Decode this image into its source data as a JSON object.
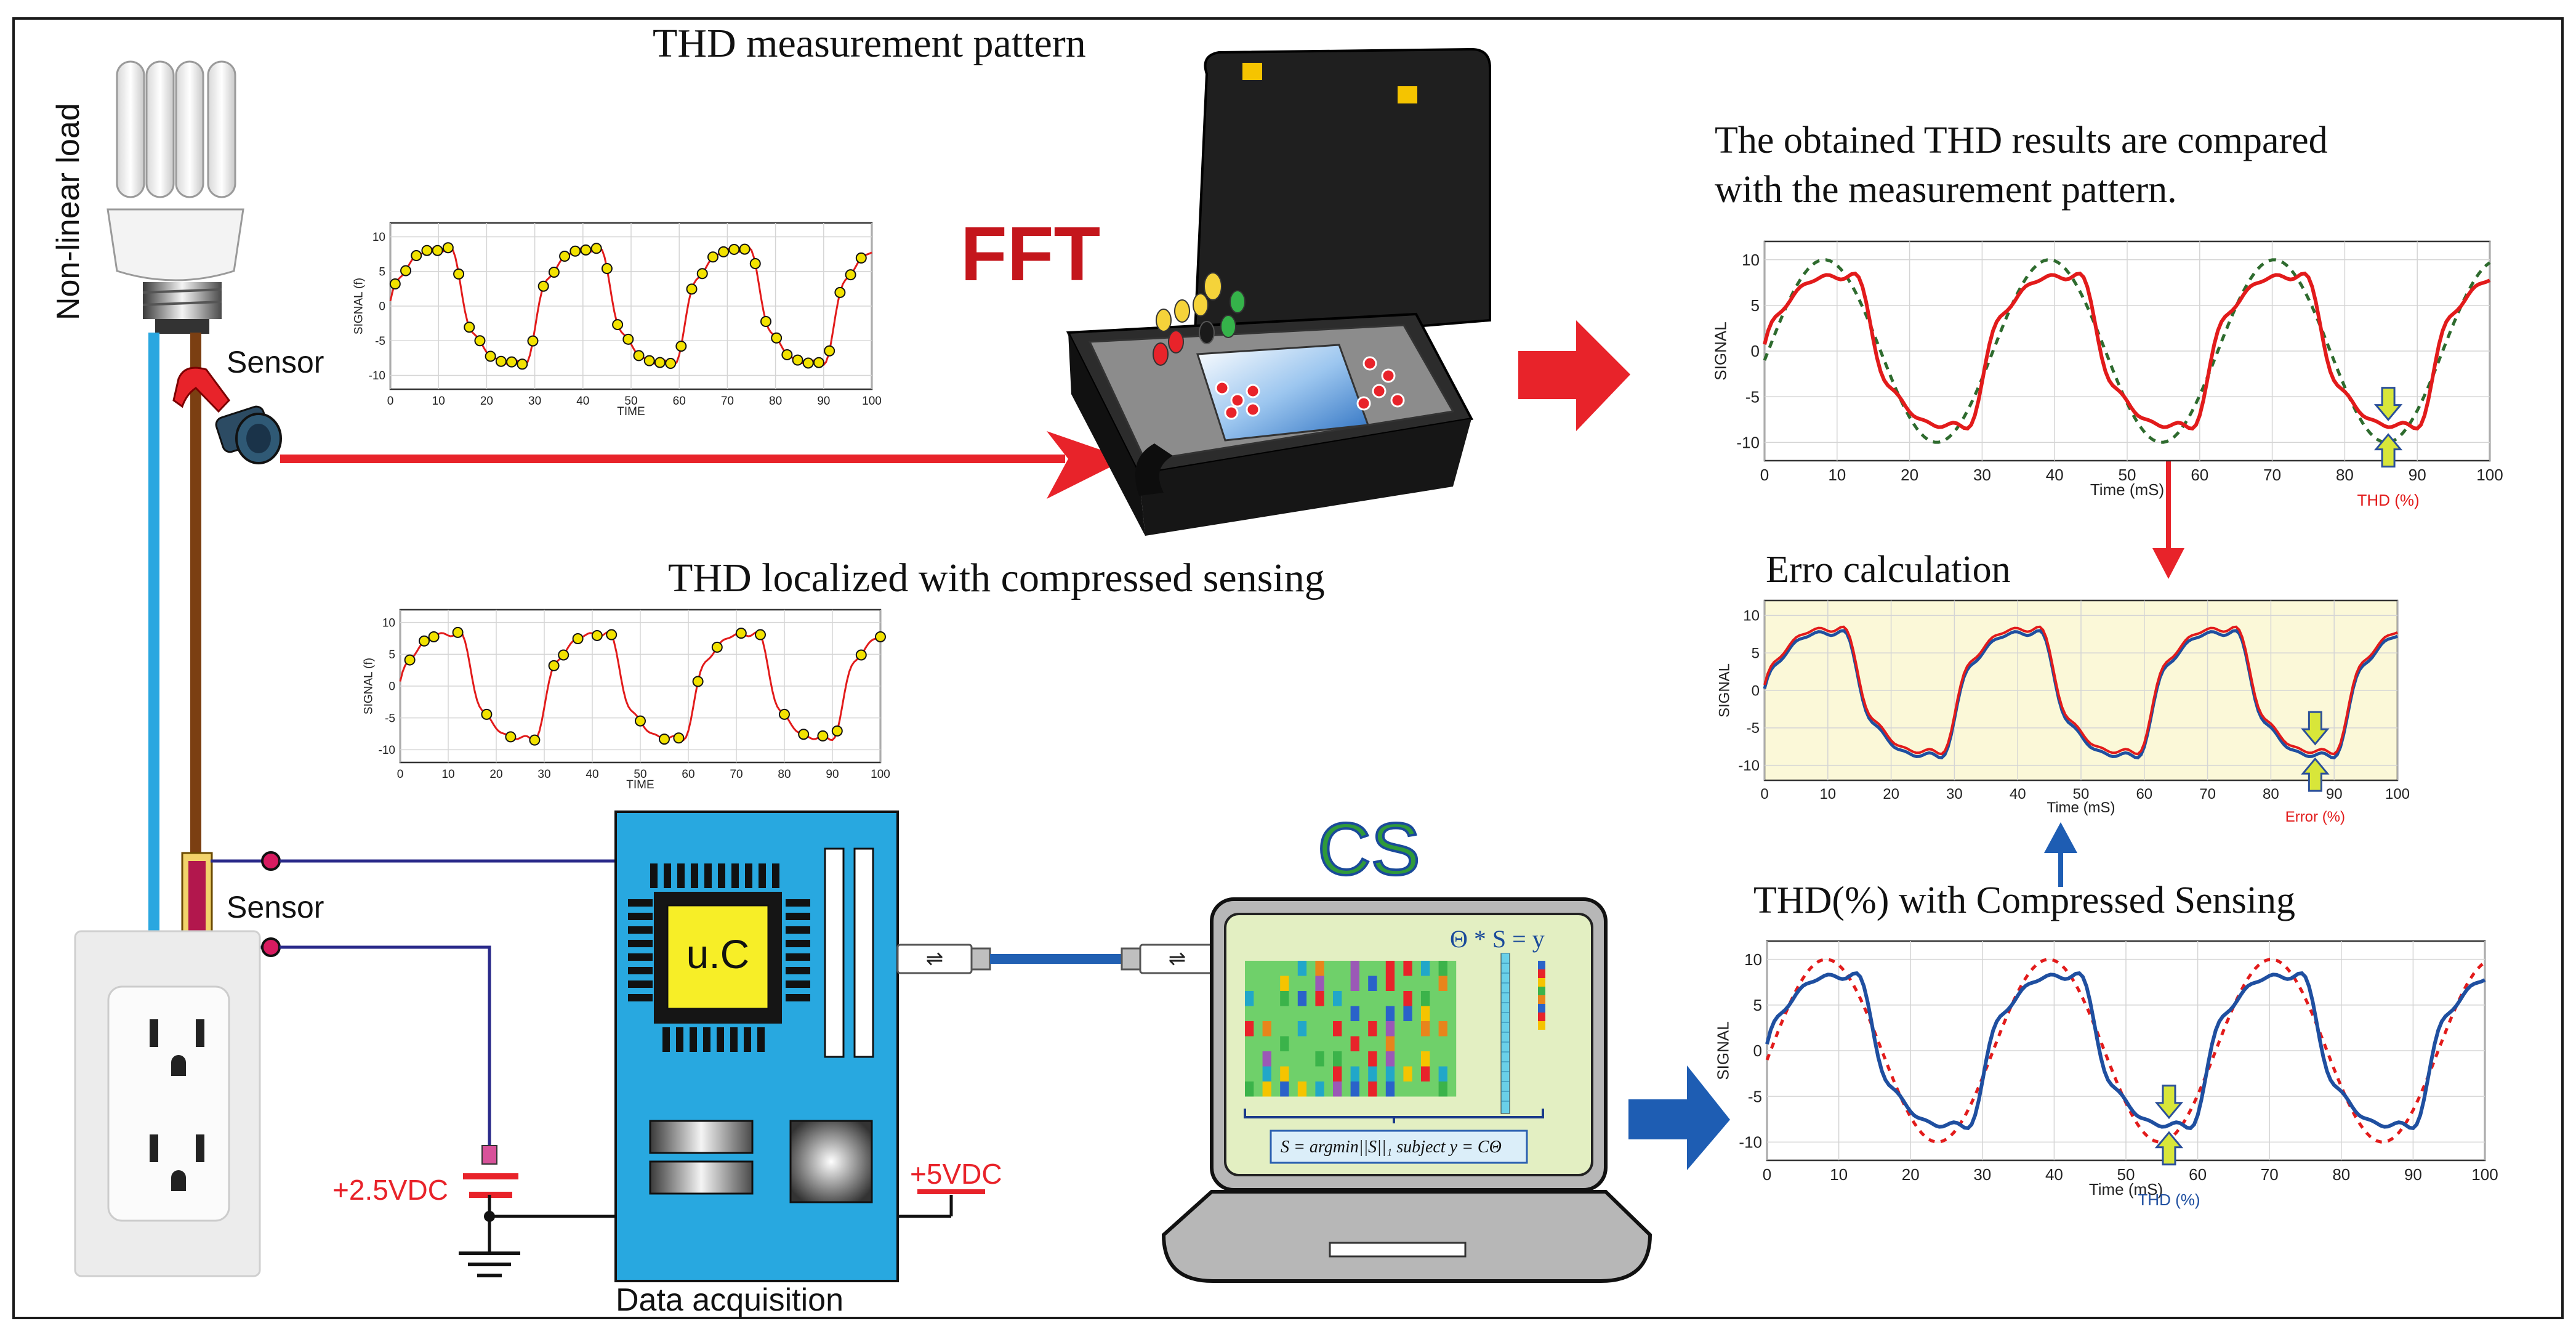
{
  "labels": {
    "non_linear_load": "Non-linear load",
    "sensor_top": "Sensor",
    "sensor_bottom": "Sensor",
    "thd_measurement_pattern": "THD measurement pattern",
    "fft": "FFT",
    "thd_localized_cs": "THD localized with compressed sensing",
    "uc": "u.C",
    "data_acquisition": "Data acquisition",
    "v25": "+2.5VDC",
    "v5": "+5VDC",
    "cs": "CS",
    "compare_line1": "The obtained THD results are compared",
    "compare_line2": "with the measurement pattern.",
    "erro_calc": "Erro calculation",
    "thd_cs": "THD(%) with Compressed Sensing",
    "formula_theta": "Θ * S = y",
    "formula_opt": "S = argmin||S||₁  subject  y = CΘ"
  },
  "colors": {
    "red_arrow": "#e8232a",
    "blue_arrow": "#1e5db3",
    "board_blue": "#28a8e0",
    "laptop_screen": "#e3efc2",
    "cs_green": "#2f9a3a",
    "fft_red": "#c4161c",
    "chart_red": "#e21b1b",
    "chart_blue": "#1f4fa0",
    "chart_green_dashed": "#2e6b2e",
    "marker_yellow": "#f2e200",
    "panel_yellow": "#fbf8d8"
  },
  "charts": {
    "small_top": {
      "type": "line",
      "xlabel": "TIME",
      "ylabel": "SIGNAL (f)",
      "xlim": [
        0,
        100
      ],
      "ylim": [
        -12,
        12
      ],
      "xticks": [
        "0",
        "10",
        "20",
        "30",
        "40",
        "50",
        "60",
        "70",
        "80",
        "90",
        "100"
      ],
      "yticks": [
        "10",
        "5",
        "0",
        "-5",
        "-10"
      ]
    },
    "small_bottom": {
      "type": "line",
      "xlabel": "TIME",
      "ylabel": "SIGNAL (f)",
      "xlim": [
        0,
        100
      ],
      "ylim": [
        -12,
        12
      ],
      "xticks": [
        "0",
        "10",
        "20",
        "30",
        "40",
        "50",
        "60",
        "70",
        "80",
        "90",
        "100"
      ],
      "yticks": [
        "10",
        "5",
        "0",
        "-5",
        "-10"
      ]
    },
    "right_top": {
      "type": "line",
      "xlabel": "Time (mS)",
      "ylabel": "SIGNAL",
      "annotation": "THD (%)",
      "xlim": [
        0,
        100
      ],
      "ylim": [
        -12,
        12
      ],
      "xticks": [
        "0",
        "10",
        "20",
        "30",
        "40",
        "50",
        "60",
        "70",
        "80",
        "90",
        "100"
      ],
      "yticks": [
        "10",
        "5",
        "0",
        "-5",
        "-10"
      ]
    },
    "right_mid": {
      "type": "line",
      "xlabel": "Time (mS)",
      "ylabel": "SIGNAL",
      "annotation": "Error (%)",
      "xlim": [
        0,
        100
      ],
      "ylim": [
        -12,
        12
      ],
      "xticks": [
        "0",
        "10",
        "20",
        "30",
        "40",
        "50",
        "60",
        "70",
        "80",
        "90",
        "100"
      ],
      "yticks": [
        "10",
        "5",
        "0",
        "-5",
        "-10"
      ]
    },
    "right_bottom": {
      "type": "line",
      "xlabel": "Time (mS)",
      "ylabel": "SIGNAL",
      "annotation": "THD (%)",
      "xlim": [
        0,
        100
      ],
      "ylim": [
        -12,
        12
      ],
      "xticks": [
        "0",
        "10",
        "20",
        "30",
        "40",
        "50",
        "60",
        "70",
        "80",
        "90",
        "100"
      ],
      "yticks": [
        "10",
        "5",
        "0",
        "-5",
        "-10"
      ]
    }
  }
}
